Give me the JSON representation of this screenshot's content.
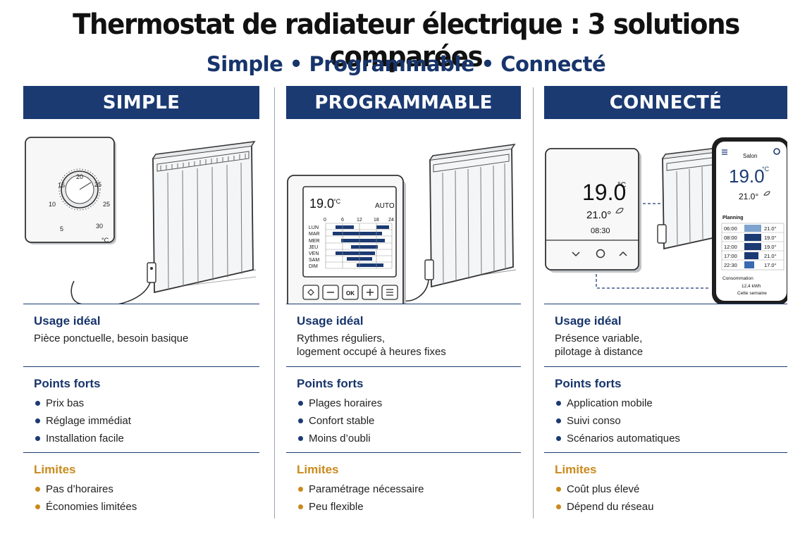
{
  "title": "Thermostat de radiateur électrique : 3 solutions comparées",
  "subtitle": "Simple • Programmable • Connecté",
  "columns": [
    {
      "header": "SIMPLE",
      "dial": {
        "ticks": [
          "5",
          "10",
          "15",
          "20",
          "25",
          "25",
          "30"
        ],
        "unit": "°C"
      },
      "usage_title": "Usage idéal",
      "usage_lines": [
        "Pièce ponctuelle, besoin basique"
      ],
      "strengths_title": "Points forts",
      "strengths": [
        "Prix bas",
        "Réglage immédiat",
        "Installation facile"
      ],
      "limits_title": "Limites",
      "limits": [
        "Pas d’horaires",
        "Économies limitées"
      ]
    },
    {
      "header": "PROGRAMMABLE",
      "screen": {
        "temp": "19.0",
        "unit": "°C",
        "mode": "AUTO",
        "hours": [
          "0",
          "6",
          "12",
          "18",
          "24"
        ],
        "days": [
          "LUN",
          "MAR",
          "MER",
          "JEU",
          "VEN",
          "SAM",
          "DIM"
        ],
        "buttons": [
          "OK"
        ]
      },
      "usage_title": "Usage idéal",
      "usage_lines": [
        "Rythmes réguliers,",
        "logement occupé à heures fixes"
      ],
      "strengths_title": "Points forts",
      "strengths": [
        "Plages horaires",
        "Confort stable",
        "Moins d’oubli"
      ],
      "limits_title": "Limites",
      "limits": [
        "Paramétrage nécessaire",
        "Peu flexible"
      ]
    },
    {
      "header": "CONNECTÉ",
      "device": {
        "temp": "19.0",
        "unit": "°C",
        "setpoint": "21.0°",
        "time": "08:30"
      },
      "phone": {
        "room": "Salon",
        "temp": "19.0",
        "unit": "°C",
        "setpoint": "21.0°",
        "planning_title": "Planning",
        "planning": [
          {
            "time": "06:00",
            "temp": "21.0°"
          },
          {
            "time": "08:00",
            "temp": "19.0°"
          },
          {
            "time": "12:00",
            "temp": "19.0°"
          },
          {
            "time": "17:00",
            "temp": "21.0°"
          },
          {
            "time": "22:30",
            "temp": "17.0°"
          }
        ],
        "conso_title": "Consommation",
        "conso_value": "12,4 kWh",
        "conso_period": "Cette semaine"
      },
      "usage_title": "Usage idéal",
      "usage_lines": [
        "Présence variable,",
        "pilotage à distance"
      ],
      "strengths_title": "Points forts",
      "strengths": [
        "Application mobile",
        "Suivi conso",
        "Scénarios automatiques"
      ],
      "limits_title": "Limites",
      "limits": [
        "Coût plus élevé",
        "Dépend du réseau"
      ]
    }
  ],
  "colors": {
    "navy": "#1b3a72",
    "gold": "#c98a1c"
  }
}
